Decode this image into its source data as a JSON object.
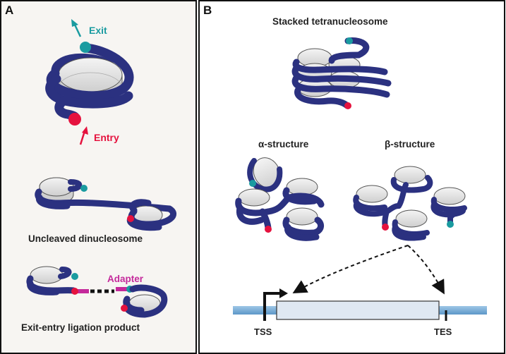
{
  "panels": {
    "a": {
      "letter": "A",
      "exit_label": "Exit",
      "entry_label": "Entry",
      "dinucleosome_label": "Uncleaved dinucleosome",
      "adapter_label": "Adapter",
      "ligation_label": "Exit-entry ligation product"
    },
    "b": {
      "letter": "B",
      "tetranucleosome_label": "Stacked tetranucleosome",
      "alpha_label": "α-structure",
      "beta_label": "β-structure",
      "tss_label": "TSS",
      "tes_label": "TES"
    }
  },
  "colors": {
    "dna": "#2b3180",
    "histone": "#e4e4e4",
    "exit": "#1a9ba0",
    "entry": "#e5123e",
    "adapter": "#c4299b",
    "gene_body": "#dfe8f2",
    "flank": "#72a9d6",
    "panel_a_bg": "#f7f5f2"
  }
}
